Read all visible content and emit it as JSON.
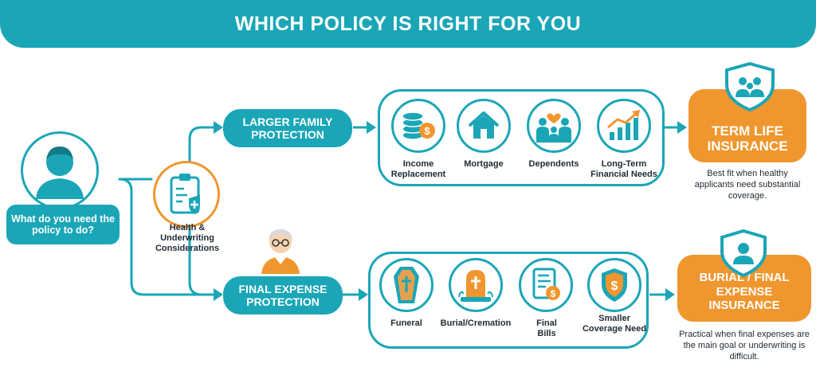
{
  "title": "WHICH POLICY IS RIGHT FOR YOU",
  "question": "What do you need the policy to do?",
  "health": "Health & Underwriting Considerations",
  "branches": {
    "family": {
      "label": "LARGER FAMILY PROTECTION",
      "needs": [
        "Income Replacement",
        "Mortgage",
        "Dependents",
        "Long-Term Financial Needs"
      ],
      "result": "TERM LIFE INSURANCE",
      "note": "Best fit when healthy applicants need substantial coverage."
    },
    "final": {
      "label": "FINAL EXPENSE PROTECTION",
      "needs": [
        "Funeral",
        "Burial/Cremation",
        "Final Bills",
        "Smaller Coverage Need"
      ],
      "result": "BURIAL / FINAL EXPENSE INSURANCE",
      "note": "Practical when final expenses are the main goal or underwriting is difficult."
    }
  },
  "colors": {
    "teal": "#1aa6b7",
    "orange": "#f0962e",
    "text": "#1f2a33"
  },
  "icons": [
    "person-icon",
    "clipboard-health-icon",
    "senior-person-icon",
    "coins-dollar-icon",
    "house-icon",
    "family-icon",
    "growth-chart-icon",
    "shield-family-icon",
    "coffin-icon",
    "gravestone-icon",
    "bill-icon",
    "shield-dollar-icon",
    "shield-person-icon"
  ]
}
